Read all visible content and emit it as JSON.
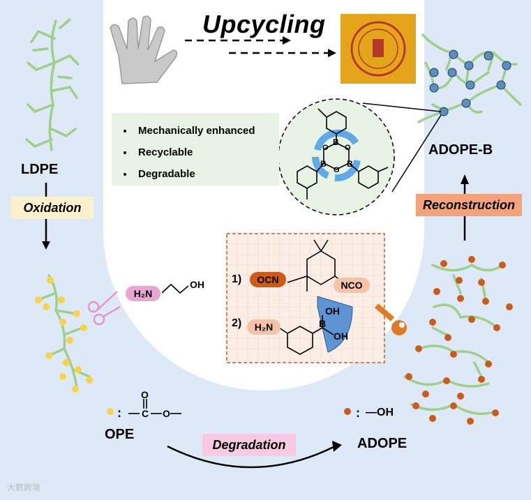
{
  "title": "Upcycling",
  "labels": {
    "ldpe": "LDPE",
    "ope": "OPE",
    "adope": "ADOPE",
    "adope_b": "ADOPE-B"
  },
  "steps": {
    "oxidation": "Oxidation",
    "degradation": "Degradation",
    "reconstruction": "Reconstruction"
  },
  "features": [
    "Mechanically enhanced",
    "Recyclable",
    "Degradable"
  ],
  "reagents": {
    "step1_number": "1)",
    "step2_number": "2)",
    "ocn": "OCN",
    "nco": "NCO",
    "h2n": "H₂N",
    "oh": "OH",
    "boron": "B",
    "oh_b1": "OH",
    "oh_b2": "OH",
    "ethanolamine_h2n": "H₂N",
    "ethanolamine_oh": "OH"
  },
  "legend": {
    "yellow_dot_colon": ":",
    "ester_o_top": "O",
    "ester_c": "C",
    "ester_o": "O",
    "orange_dot_colon": ":",
    "hydroxyl": "—OH"
  },
  "boroxine": {
    "b1": "B",
    "b2": "B",
    "b3": "B",
    "o1": "O",
    "o2": "O",
    "o3": "O"
  },
  "watermark": "大数跨境",
  "colors": {
    "u_band": "#dde9f6",
    "oxidation_tag": "#fdf0cc",
    "degradation_tag": "#f7c9e3",
    "reconstruction_tag": "#f4a27a",
    "polymer_green": "#9fd08a",
    "yellow_dot": "#f7d44c",
    "orange_dot": "#cc5a18",
    "dashed_box": "#c65a1e",
    "boroxine_arrow": "#5fa9e6"
  }
}
